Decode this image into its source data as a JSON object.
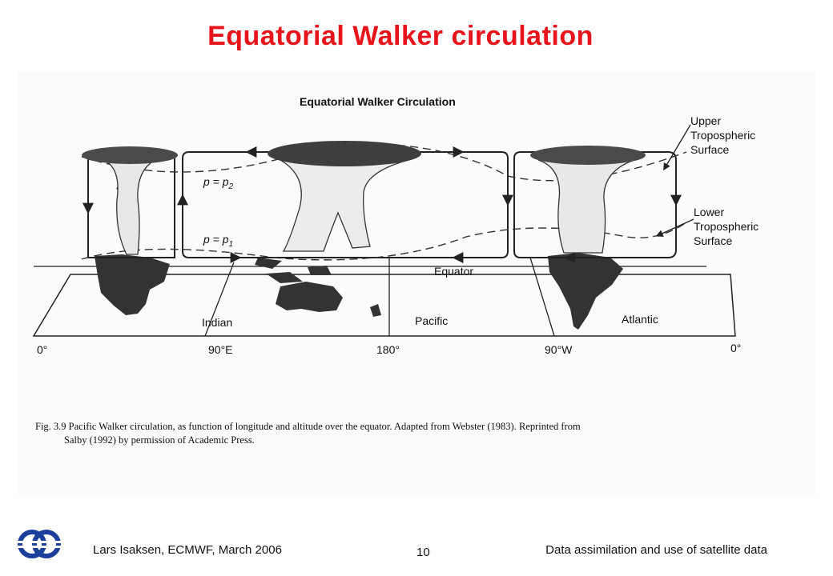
{
  "slide": {
    "title": "Equatorial Walker circulation",
    "title_color": "#e8141b",
    "page_number": "10"
  },
  "footer": {
    "left": "Lars Isaksen, ECMWF, March 2006",
    "right": "Data assimilation and use of satellite data"
  },
  "logo": {
    "icon": "ecmwf-logo-icon",
    "color": "#1b3f9a"
  },
  "figure": {
    "heading": "Equatorial Walker Circulation",
    "labels": {
      "upper": [
        "Upper",
        "Tropospheric",
        "Surface"
      ],
      "lower": [
        "Lower",
        "Tropospheric",
        "Surface"
      ],
      "p2": "p = p",
      "p2_sub": "2",
      "p1": "p = p",
      "p1_sub": "1",
      "equator": "Equator"
    },
    "oceans": [
      "Indian",
      "Pacific",
      "Atlantic"
    ],
    "longitudes": [
      "0°",
      "90°E",
      "180°",
      "90°W",
      "0°"
    ],
    "caption_line1": "Fig. 3.9  Pacific Walker circulation, as function of longitude and altitude over the equator. Adapted from Webster (1983). Reprinted from",
    "caption_line2": "Salby (1992) by permission of Academic Press."
  }
}
